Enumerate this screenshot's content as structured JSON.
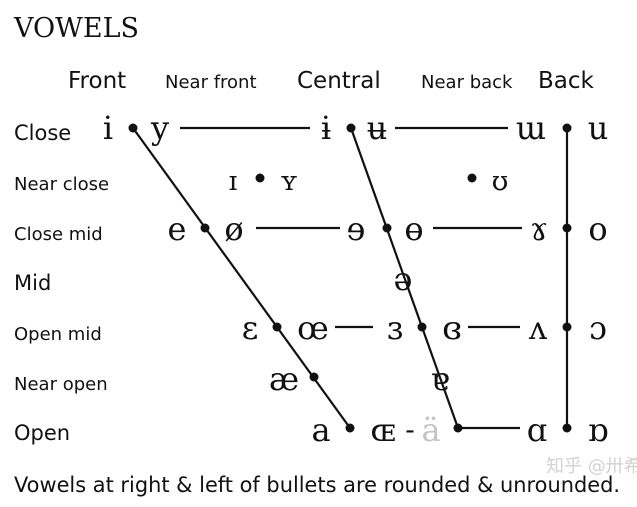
{
  "title": "VOWELS",
  "columns": {
    "front": "Front",
    "near_front": "Near front",
    "central": "Central",
    "near_back": "Near back",
    "back": "Back"
  },
  "rows": {
    "close": "Close",
    "near_close": "Near close",
    "close_mid": "Close mid",
    "mid": "Mid",
    "open_mid": "Open mid",
    "near_open": "Near open",
    "open": "Open"
  },
  "symbols": {
    "close_front_unrounded": "i",
    "close_front_rounded": "y",
    "close_central_unrounded": "ɨ",
    "close_central_rounded": "ʉ",
    "close_back_unrounded": "ɯ",
    "close_back_rounded": "u",
    "near_close_front_unrounded": "ɪ",
    "near_close_front_rounded": "ʏ",
    "near_close_back_rounded": "ʊ",
    "close_mid_front_unrounded": "e",
    "close_mid_front_rounded": "ø",
    "close_mid_central_unrounded": "ɘ",
    "close_mid_central_rounded": "ɵ",
    "close_mid_back_unrounded": "ɤ",
    "close_mid_back_rounded": "o",
    "mid_central": "ə",
    "open_mid_front_unrounded": "ɛ",
    "open_mid_front_rounded": "œ",
    "open_mid_central_unrounded": "ɜ",
    "open_mid_central_rounded": "ɞ",
    "open_mid_back_unrounded": "ʌ",
    "open_mid_back_rounded": "ɔ",
    "near_open_front": "æ",
    "near_open_central": "ɐ",
    "open_front_unrounded": "a",
    "open_front_rounded": "ɶ",
    "open_central_unrounded": "ä",
    "open_back_unrounded": "ɑ",
    "open_back_rounded": "ɒ"
  },
  "dash": "-",
  "footnote": "Vowels at right & left of bullets are rounded & unrounded.",
  "watermark": "知乎 @卅希",
  "colors": {
    "ink": "#111111",
    "faded_symbol": "#c4c4c4",
    "watermark": "#d2d2d2"
  }
}
